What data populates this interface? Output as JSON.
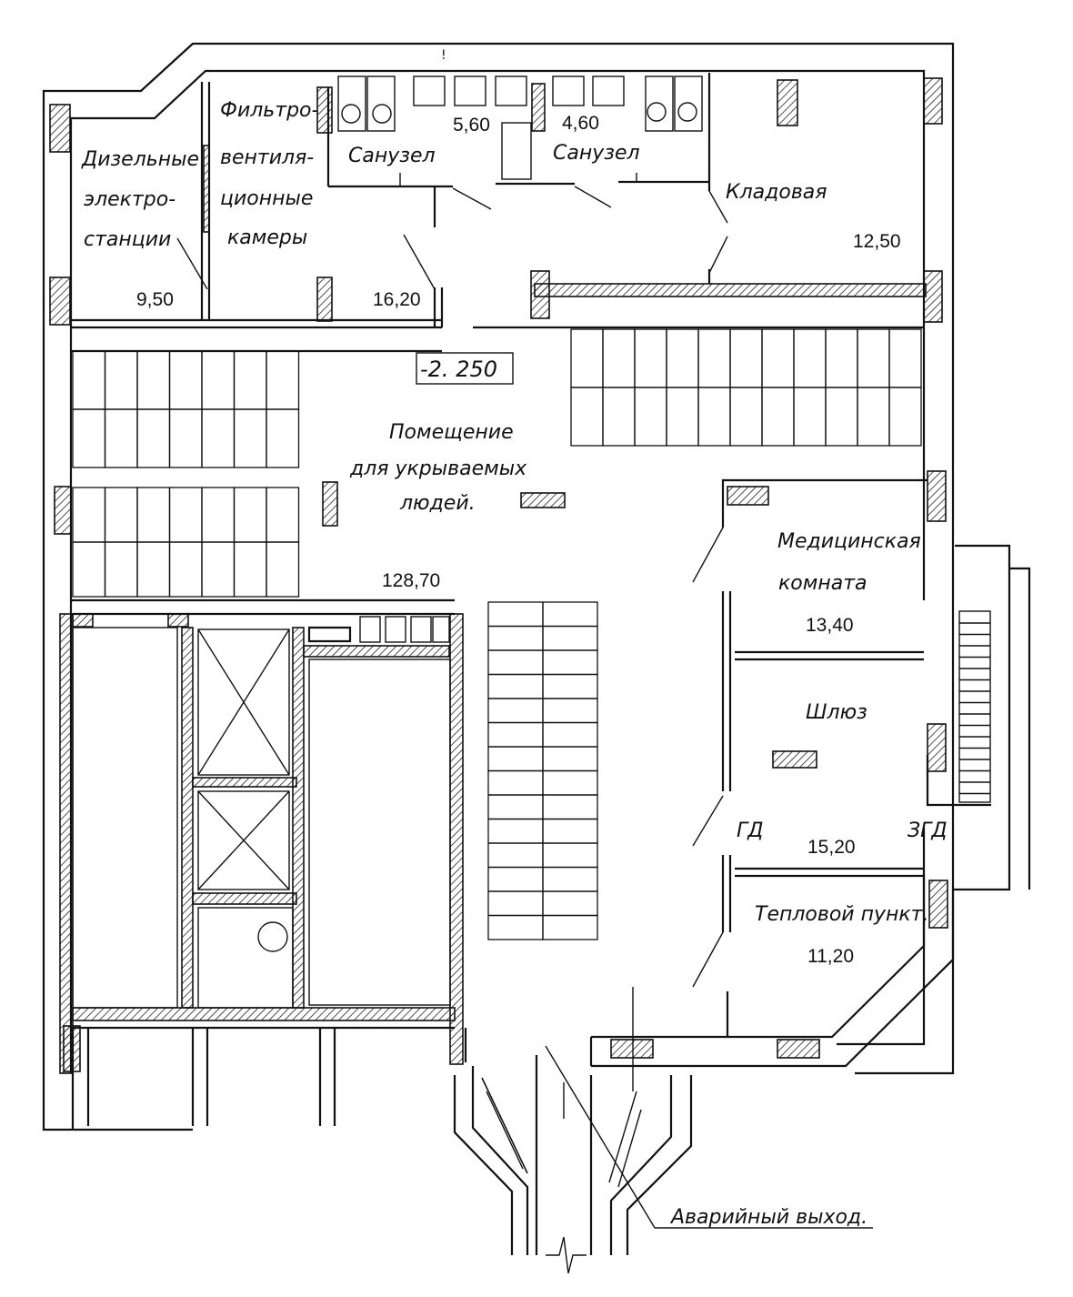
{
  "level_mark": "-2. 250",
  "north_mark": "!",
  "rooms": {
    "diesel": {
      "name": [
        "Дизельные",
        "электро-",
        "станции"
      ],
      "area": "9,50"
    },
    "filter": {
      "name": [
        "Фильтро-",
        "вентиля-",
        "ционные",
        "камеры"
      ],
      "area": "16,20"
    },
    "wc1": {
      "name": "Санузел",
      "area": "5,60"
    },
    "wc2": {
      "name": "Санузел",
      "area": "4,60"
    },
    "storage": {
      "name": "Кладовая",
      "area": "12,50"
    },
    "shelter": {
      "name": [
        "Помещение",
        "для укрываемых",
        "людей."
      ],
      "area": "128,70"
    },
    "medical": {
      "name": [
        "Медицинская",
        "комната"
      ],
      "area": "13,40"
    },
    "airlock": {
      "name": "Шлюз",
      "area": "15,20"
    },
    "door_gd": "ГД",
    "door_zgd": "ЗГД",
    "heat": {
      "name": "Тепловой пункт.",
      "area": "11,20"
    }
  },
  "exit_label": "Аварийный выход."
}
